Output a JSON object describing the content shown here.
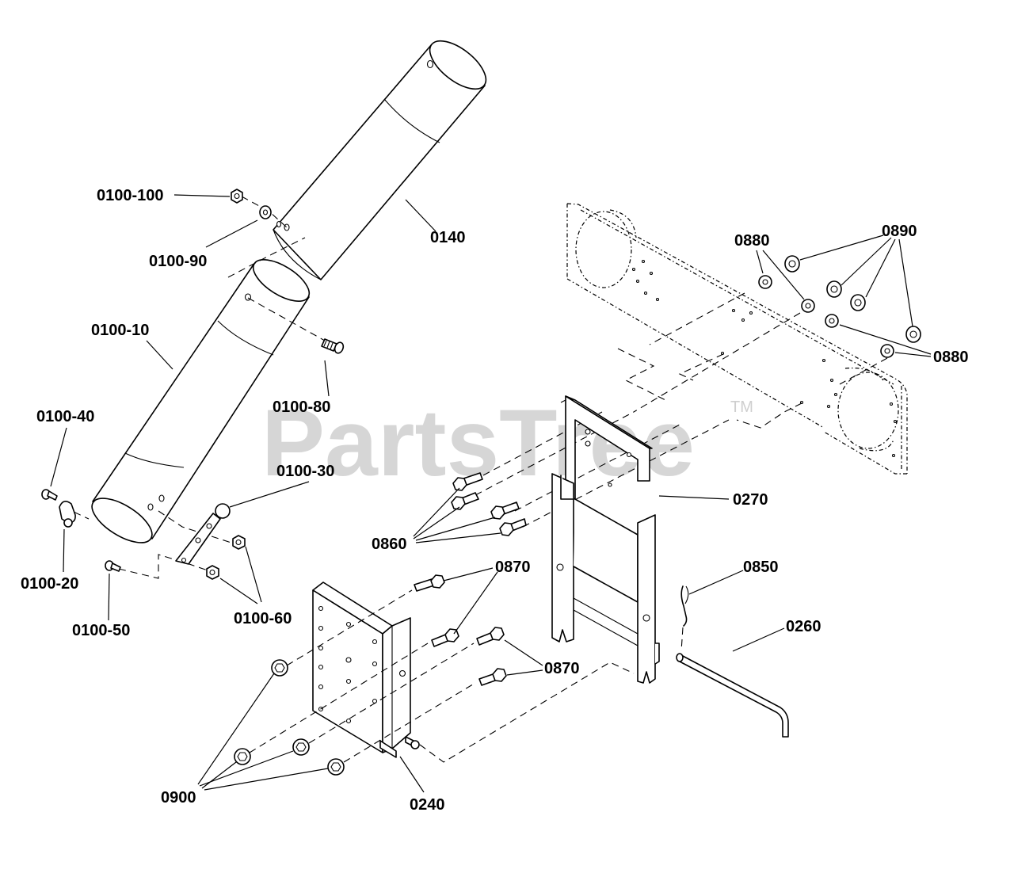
{
  "watermark": {
    "brand": "PartsTree",
    "trademark": "TM"
  },
  "callouts": {
    "p0100_100": "0100-100",
    "p0100_90": "0100-90",
    "p0140": "0140",
    "p0100_10": "0100-10",
    "p0100_80": "0100-80",
    "p0100_40": "0100-40",
    "p0100_30": "0100-30",
    "p0100_20": "0100-20",
    "p0100_50": "0100-50",
    "p0100_60": "0100-60",
    "p0880_top": "0880",
    "p0890": "0890",
    "p0880_right": "0880",
    "p0270": "0270",
    "p0860": "0860",
    "p0870_top": "0870",
    "p0850": "0850",
    "p0260": "0260",
    "p0870_mid": "0870",
    "p0900": "0900",
    "p0240": "0240"
  }
}
